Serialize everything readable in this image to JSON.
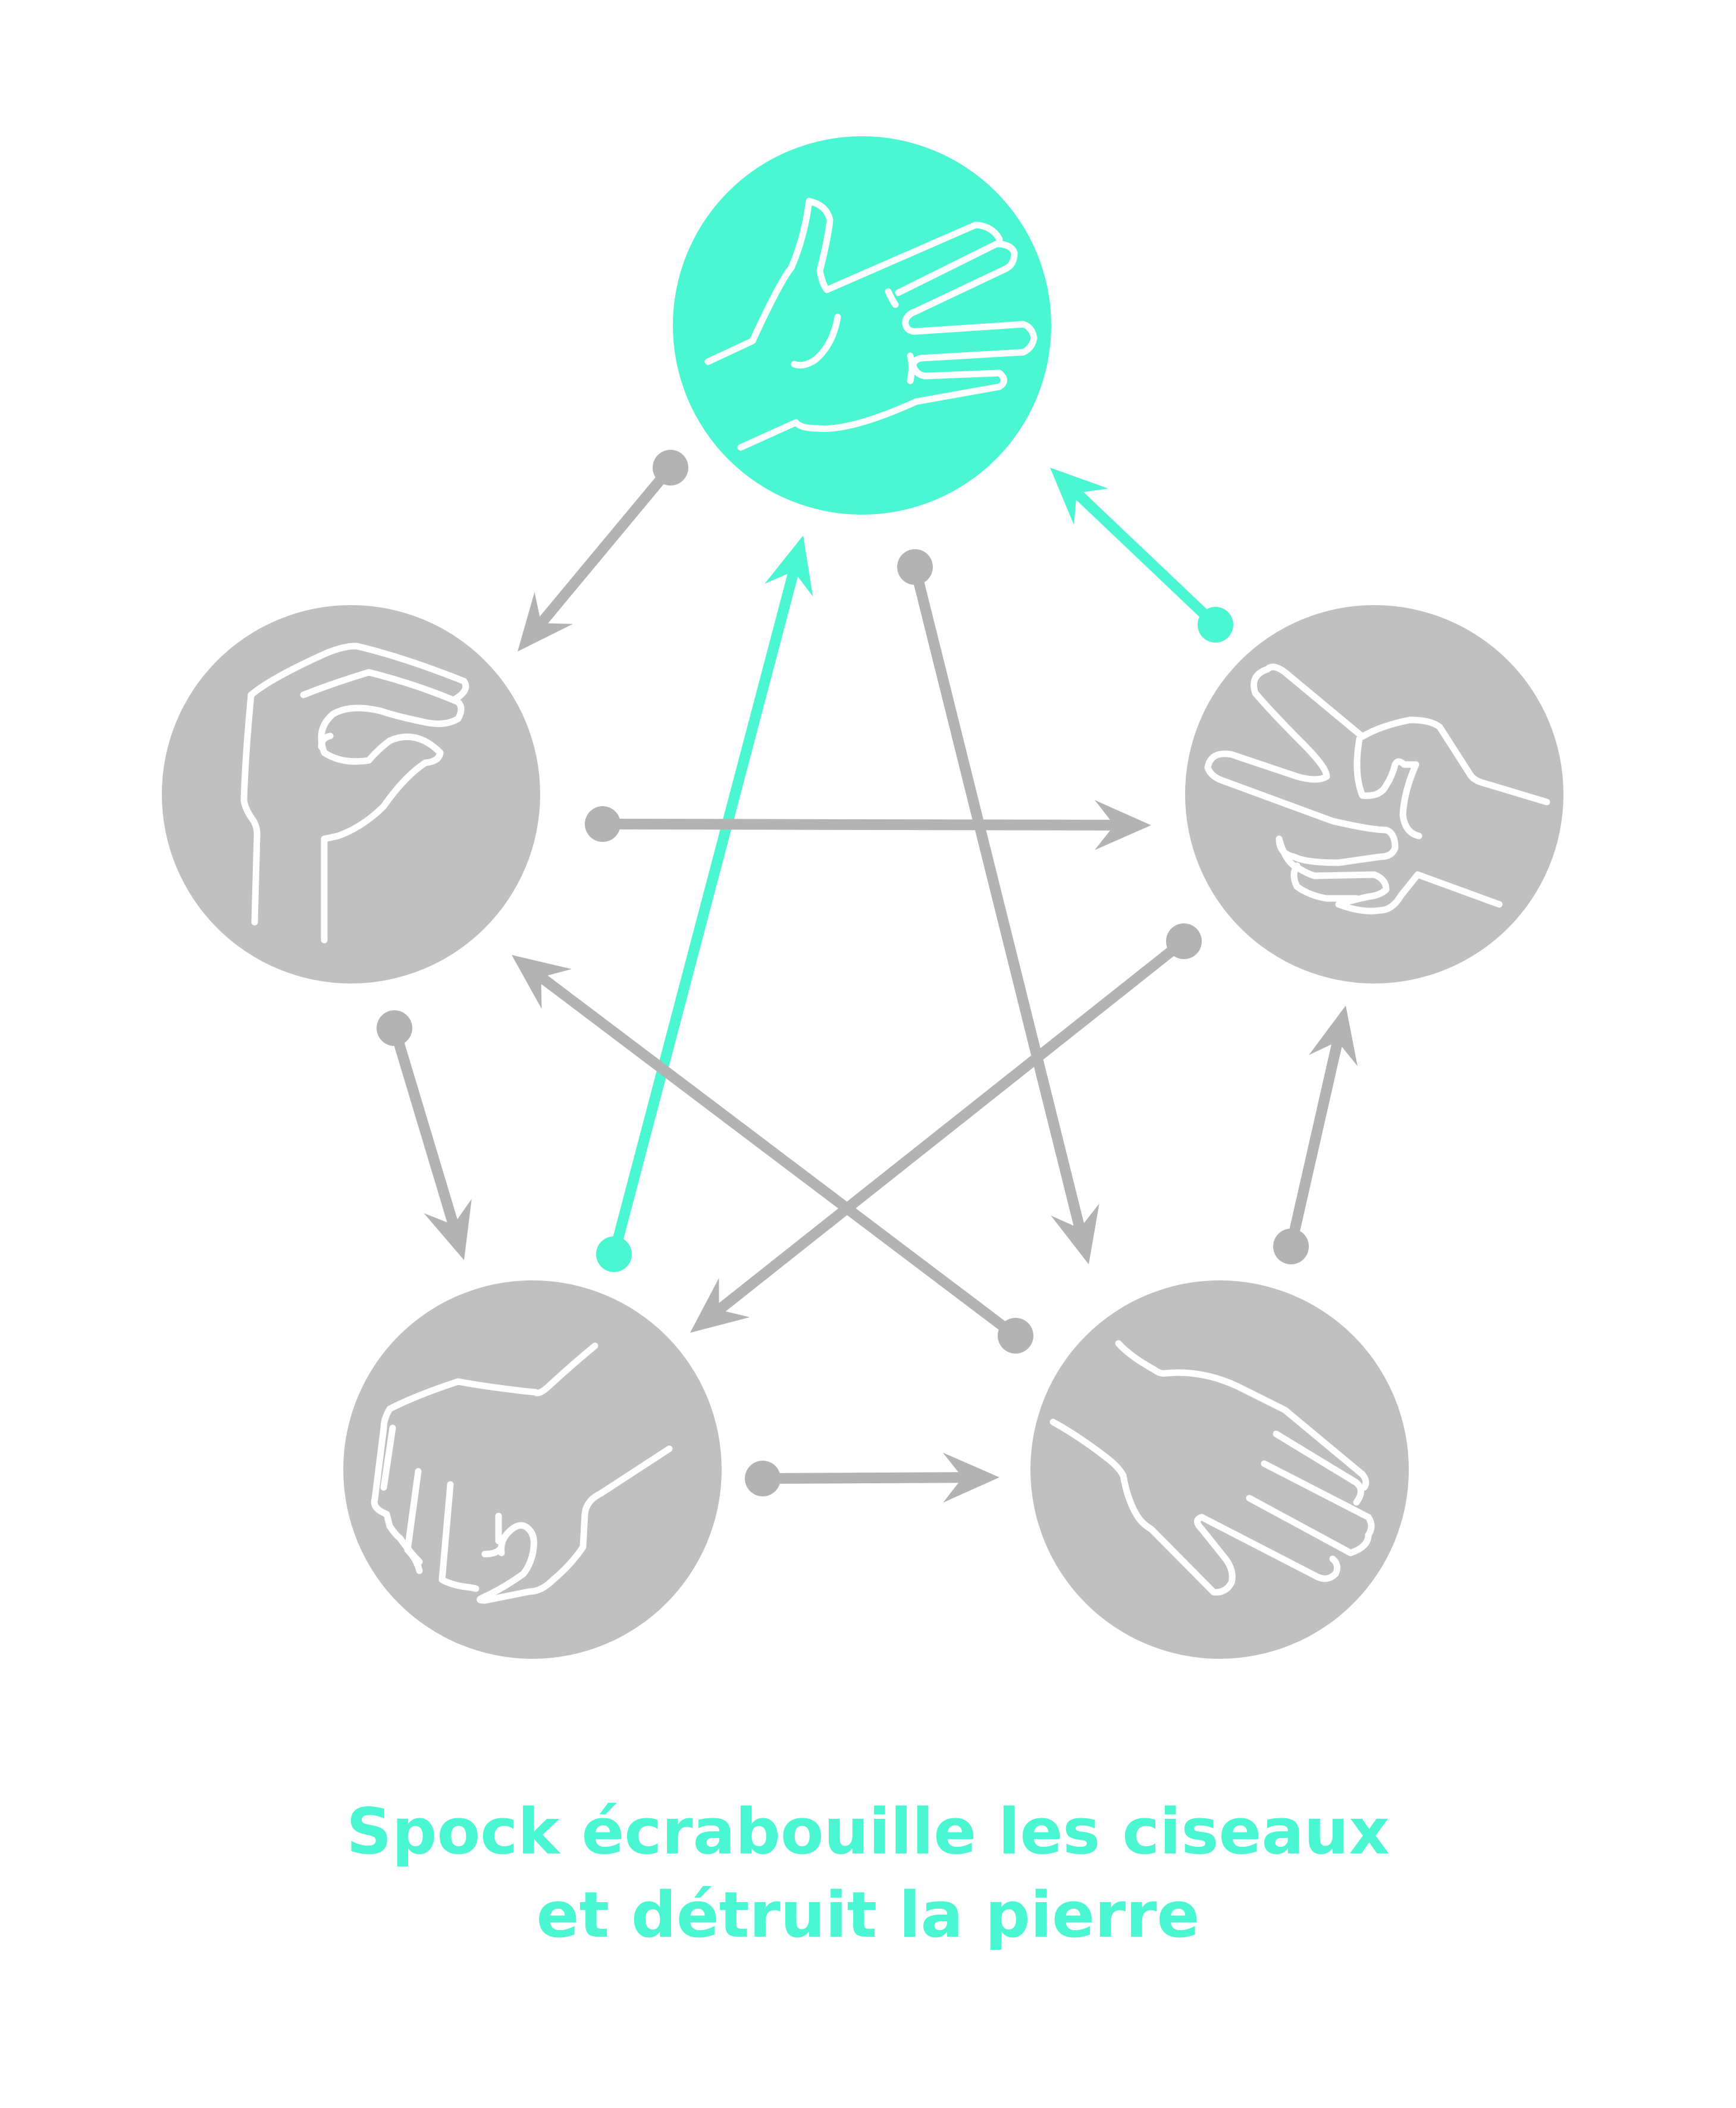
{
  "colors": {
    "accent": "#4af7d2",
    "neutral_circle": "#c0c0c0",
    "neutral_arrow": "#b3b3b3",
    "hand_stroke": "#ffffff",
    "background": "#ffffff"
  },
  "nodes": [
    {
      "id": "spock",
      "icon": "vulcan-salute-hand-icon",
      "highlighted": true
    },
    {
      "id": "scissors",
      "icon": "scissors-hand-icon",
      "highlighted": false
    },
    {
      "id": "paper",
      "icon": "paper-hand-icon",
      "highlighted": false
    },
    {
      "id": "rock",
      "icon": "rock-fist-icon",
      "highlighted": false
    },
    {
      "id": "lizard",
      "icon": "lizard-hand-icon",
      "highlighted": false
    }
  ],
  "caption": {
    "line1": "Spock écrabouille les ciseaux",
    "line2": "et détruit la pierre"
  }
}
